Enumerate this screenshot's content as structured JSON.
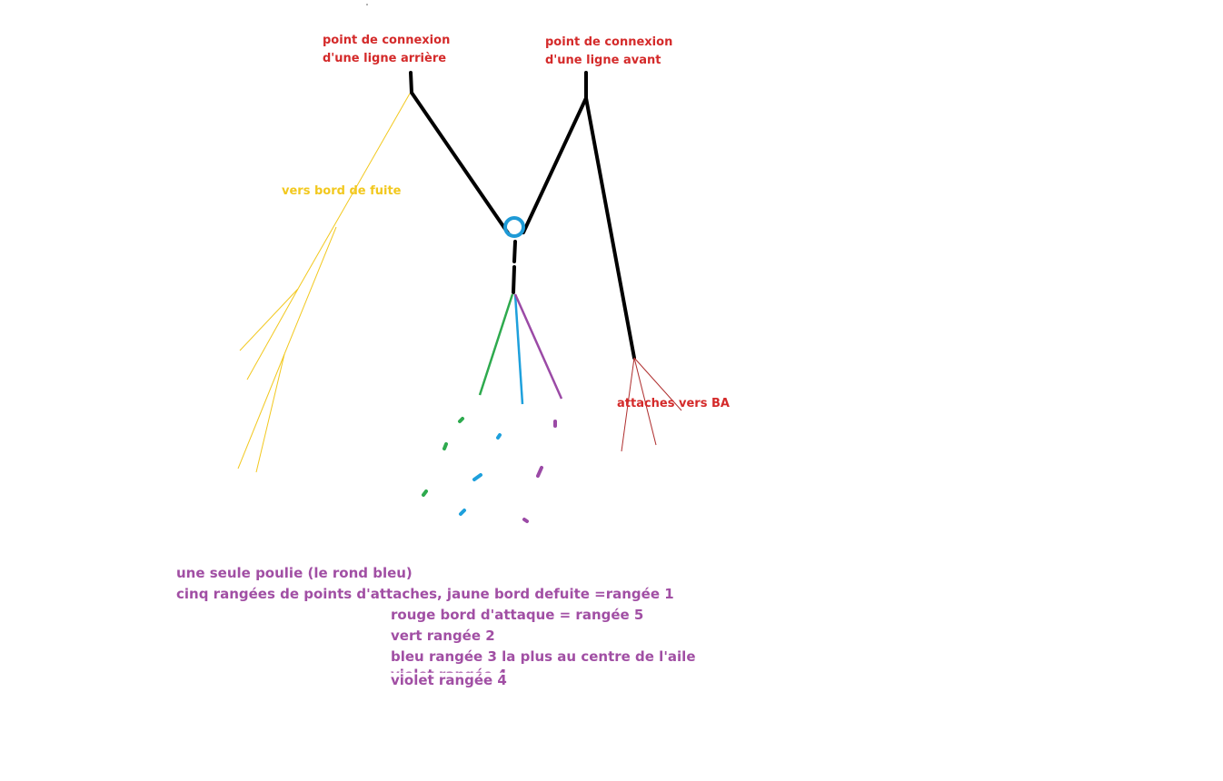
{
  "labels": {
    "rear_connection": [
      "point de connexion",
      "d'une ligne arrière"
    ],
    "front_connection": [
      "point de connexion",
      "d'une ligne avant"
    ],
    "trailing_edge": "vers bord de fuite",
    "leading_edge_attachments": "attaches vers BA"
  },
  "notes": {
    "line1": "une seule poulie (le rond bleu)",
    "line2": "cinq rangées de points d'attaches, jaune bord defuite =rangée 1",
    "line3": "rouge bord d'attaque = rangée 5",
    "line4": "vert rangée 2",
    "line5": "bleu rangée 3 la plus au centre de l'aile",
    "line6": "violet rangée 4"
  },
  "colors": {
    "main_line": "#000000",
    "pulley": "#1e9ad6",
    "row1_yellow": "#f2c81e",
    "row2_green": "#2eaa4e",
    "row3_blue": "#1ea0dc",
    "row4_violet": "#9b4aa6",
    "row5_red": "#b03030",
    "label_red": "#d42a2a",
    "note_violet": "#a14fa4"
  }
}
